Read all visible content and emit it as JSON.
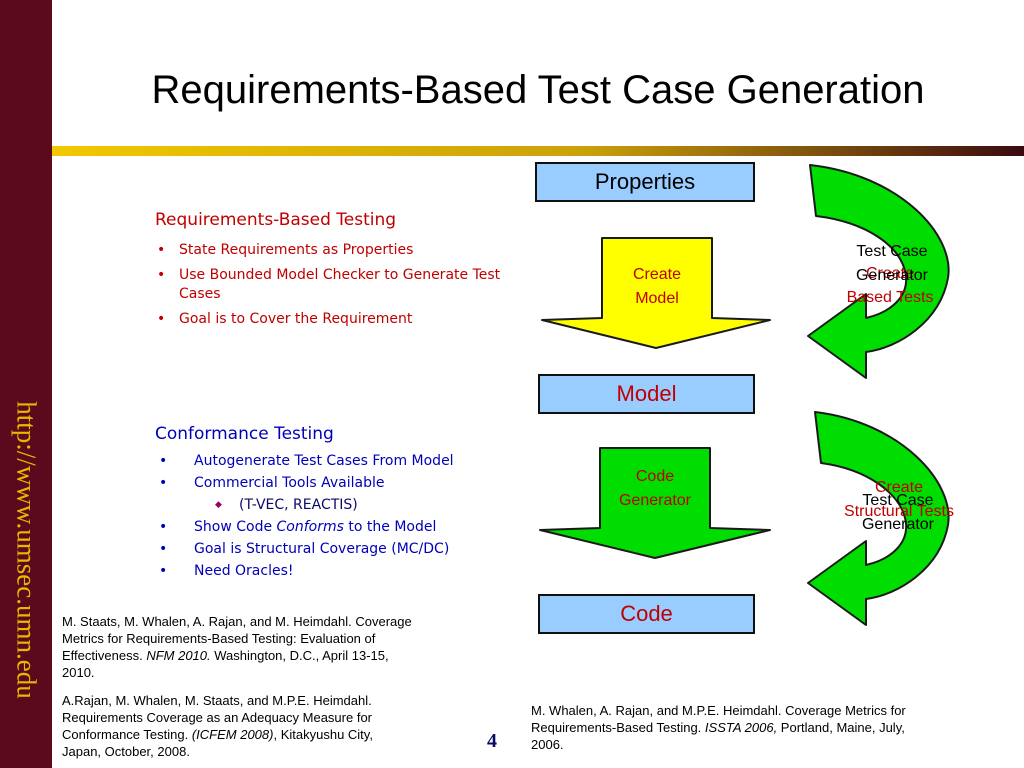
{
  "sidebar": {
    "url": "http://www.umsec.umn.edu"
  },
  "title": "Requirements-Based Test Case Generation",
  "page_number": "4",
  "section1": {
    "heading": "Requirements-Based Testing",
    "bullets": [
      "State Requirements as Properties",
      "Use Bounded Model Checker to Generate Test Cases",
      "Goal is to Cover the Requirement"
    ]
  },
  "section2": {
    "heading": "Conformance Testing",
    "bullets": [
      "Autogenerate Test Cases From Model",
      "Commercial Tools Available",
      "(T-VEC, REACTIS)",
      "Show Code ",
      "Conforms",
      " to the Model",
      "Goal is Structural Coverage (MC/DC)",
      "Need Oracles!"
    ]
  },
  "diagram": {
    "boxes": {
      "properties": "Properties",
      "model": "Model",
      "code": "Code"
    },
    "down_arrows": {
      "create_model_1": "Create",
      "create_model_2": "Model",
      "code_gen_1": "Code",
      "code_gen_2": "Generator"
    },
    "curved_arrows": {
      "top_behind_1": "Create",
      "top_behind_2": "Based Tests",
      "top_front_1": "Test Case",
      "top_front_2": "Generator",
      "bottom_behind_1": "Create",
      "bottom_behind_2": "Structural Tests",
      "bottom_front_1": "Test Case",
      "bottom_front_2": "Generator"
    }
  },
  "references": {
    "ref1_line1": "M. Staats, M. Whalen, A. Rajan, and M. Heimdahl.  Coverage",
    "ref1_line2": "Metrics for Requirements-Based Testing: Evaluation of",
    "ref1_line3a": "Effectiveness.  ",
    "ref1_line3b": "NFM 2010.",
    "ref1_line3c": "  Washington, D.C., April 13-15,",
    "ref1_line4": "2010.",
    "ref2_line1": "A.Rajan, M. Whalen,  M. Staats, and M.P.E. Heimdahl.",
    "ref2_line2": "Requirements Coverage as an Adequacy Measure for",
    "ref2_line3a": "Conformance Testing. ",
    "ref2_line3b": "(ICFEM 2008)",
    "ref2_line3c": ", Kitakyushu City,",
    "ref2_line4": "Japan, October, 2008.",
    "ref3_line1": "M. Whalen, A. Rajan, and M.P.E. Heimdahl.  Coverage Metrics for",
    "ref3_line2a": "Requirements-Based Testing. ",
    "ref3_line2b": "ISSTA 2006,",
    "ref3_line2c": " Portland, Maine, July,",
    "ref3_line3": "2006."
  },
  "colors": {
    "sidebar": "#5b0a1e",
    "sidebar_text": "#e8b800",
    "box_fill": "#99ccff",
    "arrow_yellow": "#ffff00",
    "arrow_green": "#00dd00",
    "red_text": "#c00000",
    "blue_text": "#0000b8"
  }
}
